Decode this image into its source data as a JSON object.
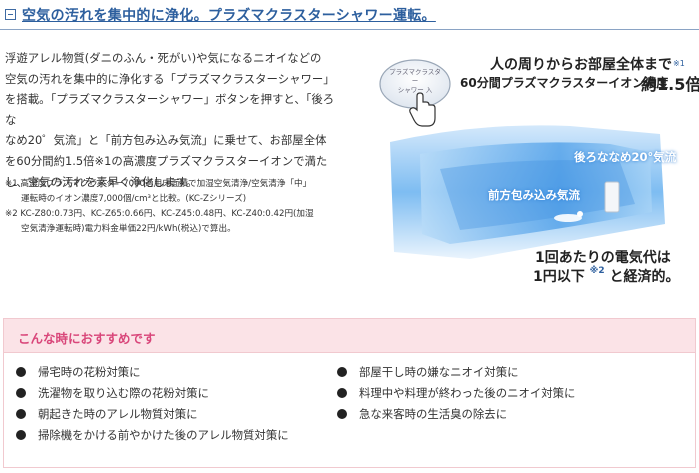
{
  "header": {
    "title": "空気の汚れを集中的に浄化。プラズマクラスターシャワー運転。"
  },
  "description": {
    "lines": [
      "浮遊アレル物質(ダニのふん・死がい)や気になるニオイなどの",
      "空気の汚れを集中的に浄化する「プラズマクラスターシャワー」",
      "を搭載。「プラズマクラスターシャワー」ボタンを押すと、「後ろな",
      "なめ20゜気流」と「前方包み込み気流」に乗せて、お部屋全体",
      "を60分間約1.5倍※1の高濃度プラズマクラスターイオンで満た",
      "し、空気の汚れを素早く浄化します。"
    ]
  },
  "notes": {
    "note1_line1": "※1 高濃度プラズマクラスター7000適用床面積で加湿空気清浄/空気清浄「中」",
    "note1_line2": "運転時のイオン濃度7,000個/cm³と比較。(KC-Zシリーズ)",
    "note2_line1": "※2 KC-Z80:0.73円、KC-Z65:0.66円、KC-Z45:0.48円、KC-Z40:0.42円(加湿",
    "note2_line2": "空気清浄運転時)電力料金単価22円/kWh(税込)で算出。"
  },
  "illustration": {
    "button_label_line1": "プラズマクラスター",
    "button_label_line2": "シャワー 入",
    "callout_line1": "人の周りからお部屋全体まで",
    "callout_line2": "60分間プラズマクラスターイオン濃度",
    "callout_value": "約1.5倍",
    "callout_mark": "※1",
    "label_back": "後ろななめ20°気流",
    "label_front": "前方包み込み気流",
    "electric_line1": "1回あたりの電気代は",
    "electric_line2_a": "1円以下",
    "electric_mark": "※2",
    "electric_line2_b": "と経済的。"
  },
  "recommend": {
    "title": "こんな時におすすめです",
    "left_items": [
      "帰宅時の花粉対策に",
      "洗濯物を取り込む際の花粉対策に",
      "朝起きた時のアレル物質対策に",
      "掃除機をかける前やかけた後のアレル物質対策に"
    ],
    "right_items": [
      "部屋干し時の嫌なニオイ対策に",
      "料理中や料理が終わった後のニオイ対策に",
      "急な来客時の生活臭の除去に"
    ]
  },
  "colors": {
    "title_blue": "#2d5f9e",
    "air_blue": "#5aa6ec",
    "rec_pink": "#fbe3e7",
    "rec_title": "#d9467a"
  }
}
